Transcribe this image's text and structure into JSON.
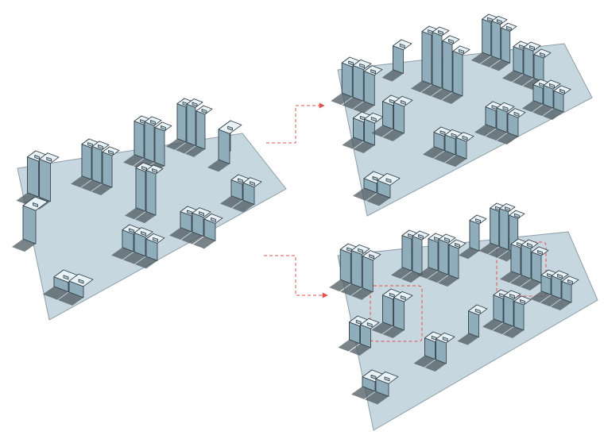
{
  "diagram": {
    "description_visible_text": "",
    "colors": {
      "background": "#ffffff",
      "site_fill": "#c7d7e0",
      "site_stroke": "#8d9ea8",
      "tower_top": "#e9f2f6",
      "tower_left": "#b4cbd6",
      "tower_right": "#8fadbb",
      "tower_stroke": "#2d3b44",
      "shadow": "#4e5a60",
      "arrow": "#e0524e",
      "highlight_box": "#e0524e"
    },
    "panels": [
      {
        "id": "existing-site-plan",
        "role": "source",
        "tower_groups": 14
      },
      {
        "id": "option-a-site-plan",
        "role": "result",
        "tower_groups": 15
      },
      {
        "id": "option-b-site-plan",
        "role": "result",
        "tower_groups": 16,
        "highlighted_groups": 2
      }
    ],
    "connectors": [
      {
        "id": "arrow-to-option-a",
        "from": "existing-site-plan",
        "to": "option-a-site-plan",
        "style": "dashed"
      },
      {
        "id": "arrow-to-option-b",
        "from": "existing-site-plan",
        "to": "option-b-site-plan",
        "style": "dashed"
      }
    ]
  }
}
